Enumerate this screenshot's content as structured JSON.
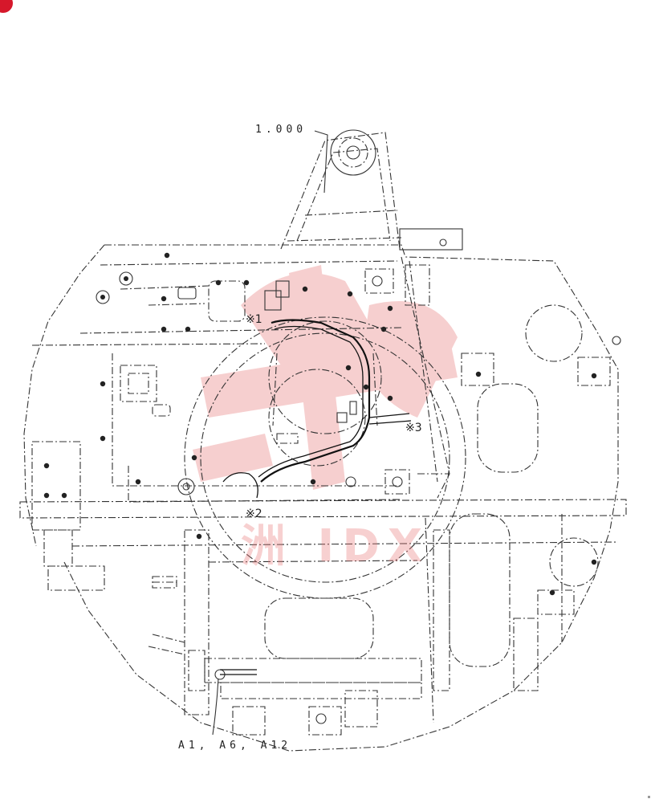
{
  "labels": {
    "ref_top": "1.000",
    "ref_bottom": "A1, A6, A12",
    "mark_1": "※1",
    "mark_2": "※2",
    "mark_3": "※3"
  },
  "watermark": {
    "text": "洲 IDX"
  },
  "colors": {
    "line": "#333333",
    "harness": "#111111",
    "watermark": "#e87878",
    "badge": "#d6182b"
  }
}
